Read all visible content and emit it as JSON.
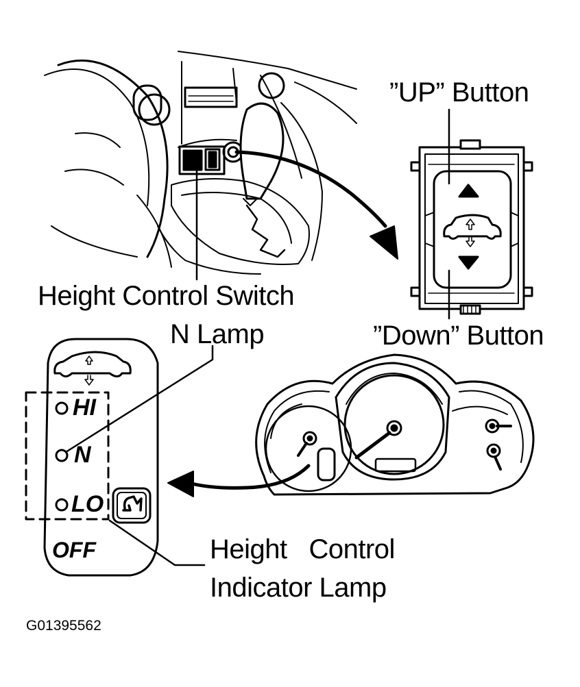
{
  "labels": {
    "up_button": "”UP” Button",
    "down_button": "”Down” Button",
    "height_control_switch": "Height Control Switch",
    "n_lamp": "N Lamp",
    "indicator_line1": "Height   Control",
    "indicator_line2": "Indicator Lamp",
    "figure_code": "G01395562"
  },
  "indicator_panel": {
    "hi": "HI",
    "n": "N",
    "lo": "LO",
    "off": "OFF"
  },
  "icons": [
    "vehicle-height-up-down-icon",
    "up-arrow-icon",
    "down-arrow-icon",
    "height-control-warning-icon",
    "gear-shift-knob",
    "steering-wheel"
  ],
  "colors": {
    "ink": "#000000",
    "paper": "#ffffff"
  }
}
